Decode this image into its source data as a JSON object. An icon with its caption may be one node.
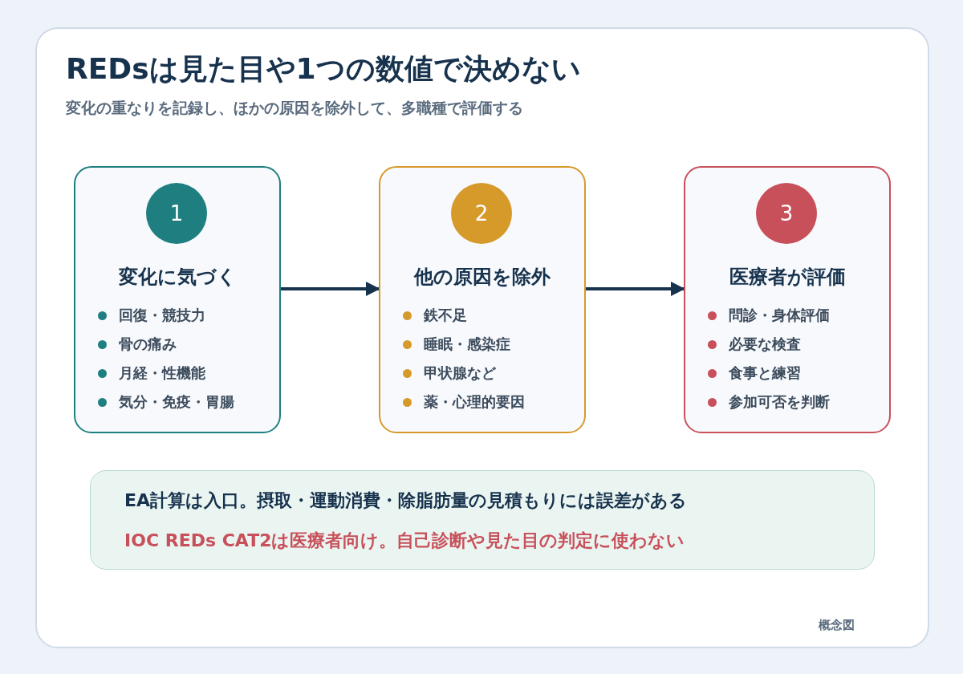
{
  "diagram": {
    "title": "REDsは見た目や1つの数値で決めない",
    "nodes": [
      {
        "text": [
          "1",
          "変化に気づく",
          "回復・競技力",
          "骨の痛み",
          "月経・性機能",
          "気分・免疫・胃腸"
        ]
      },
      {
        "text": [
          "2",
          "他の原因を除外",
          "鉄不足",
          "睡眠・感染症",
          "甲状腺など",
          "薬・心理的要因"
        ]
      },
      {
        "text": [
          "3",
          "医療者が評価",
          "問診・身体評価",
          "必要な検査",
          "食事と練習",
          "参加可否を判断"
        ]
      },
      {
        "text": [
          "EA計算は入口。摂取・運動消費・除脂肪量の見積もりには誤差がある",
          "IOC REDs CAT2は医療者向け。自己診断や見た目の判定に使わない"
        ]
      }
    ],
    "edges": [
      {
        "from": 0,
        "to": 1,
        "arrow": "to"
      },
      {
        "from": 1,
        "to": 2,
        "arrow": "to"
      }
    ],
    "labels": [
      "変化の重なりを記録し、ほかの原因を除外して、多職種で評価する",
      "概念図"
    ]
  }
}
